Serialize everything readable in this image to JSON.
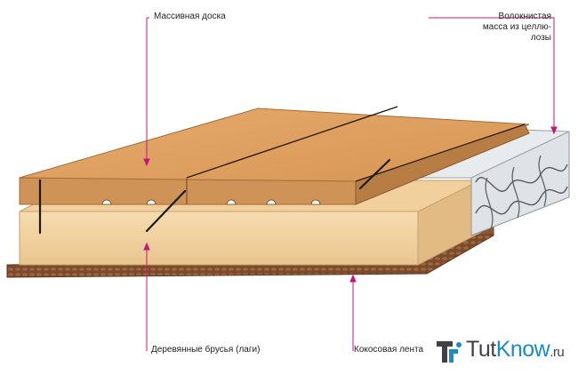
{
  "labels": {
    "solid_board": "Массивная доска",
    "fiber_mass_lines": [
      "Волокнистая",
      "масса из целлю-",
      "лозы"
    ],
    "wooden_beams": "Деревянные брусья (лаги)",
    "coconut_tape": "Кокосовая лента"
  },
  "logo": {
    "brand_part1": "Tut",
    "brand_part2": "Know",
    "brand_suffix": ".ru"
  },
  "colors": {
    "leader_line": "#c4177a",
    "board_top": "#dfa062",
    "board_front": "#c98a4f",
    "beam": "#f3d6a8",
    "insulation": "#d9dde1",
    "coconut_tape": "#7a4a2a",
    "logo_blue": "#1b8ac9",
    "logo_gray": "#3f4147"
  }
}
